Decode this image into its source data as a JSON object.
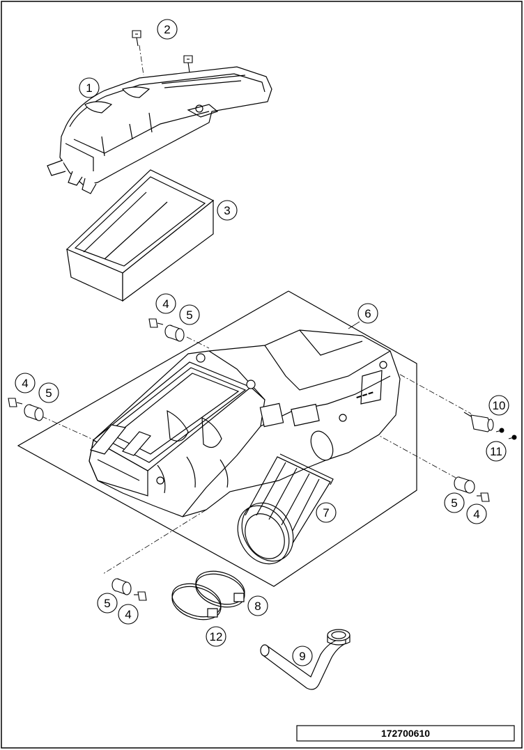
{
  "diagram": {
    "document_number": "172700610",
    "callouts": [
      {
        "id": "c1",
        "label": "1"
      },
      {
        "id": "c2",
        "label": "2"
      },
      {
        "id": "c3",
        "label": "3"
      },
      {
        "id": "c4a",
        "label": "4"
      },
      {
        "id": "c5a",
        "label": "5"
      },
      {
        "id": "c4b",
        "label": "4"
      },
      {
        "id": "c5b",
        "label": "5"
      },
      {
        "id": "c6",
        "label": "6"
      },
      {
        "id": "c10",
        "label": "10"
      },
      {
        "id": "c11",
        "label": "11"
      },
      {
        "id": "c5c",
        "label": "5"
      },
      {
        "id": "c4c",
        "label": "4"
      },
      {
        "id": "c7",
        "label": "7"
      },
      {
        "id": "c5d",
        "label": "5"
      },
      {
        "id": "c4d",
        "label": "4"
      },
      {
        "id": "c8",
        "label": "8"
      },
      {
        "id": "c12",
        "label": "12"
      },
      {
        "id": "c9",
        "label": "9"
      }
    ]
  }
}
